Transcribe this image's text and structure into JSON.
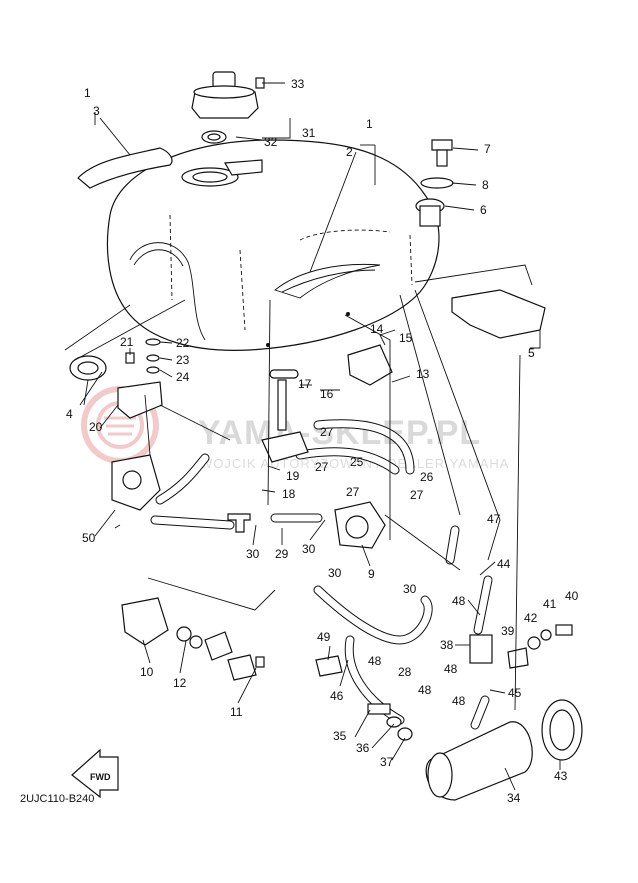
{
  "diagram": {
    "drawing_code": "2UJC110-B240",
    "watermark": {
      "title": "YAMA-SKLEP.PL",
      "subtitle": "WOJCIK AUTORYZOWANY DEALER YAMAHA",
      "logo": "yamaha-tuning-fork-logo"
    },
    "fwd_label": "FWD",
    "callouts": {
      "c1a": "1",
      "c1b": "1",
      "c2": "2",
      "c3": "3",
      "c4": "4",
      "c5": "5",
      "c6": "6",
      "c7": "7",
      "c8": "8",
      "c9": "9",
      "c10": "10",
      "c11": "11",
      "c12": "12",
      "c13": "13",
      "c14": "14",
      "c15": "15",
      "c16": "16",
      "c17": "17",
      "c18": "18",
      "c19": "19",
      "c20": "20",
      "c21": "21",
      "c22": "22",
      "c23": "23",
      "c24": "24",
      "c25": "25",
      "c26": "26",
      "c27a": "27",
      "c27b": "27",
      "c27c": "27",
      "c27d": "27",
      "c28": "28",
      "c29": "29",
      "c30a": "30",
      "c30b": "30",
      "c30c": "30",
      "c30d": "30",
      "c31": "31",
      "c32": "32",
      "c33": "33",
      "c34": "34",
      "c35": "35",
      "c36": "36",
      "c37": "37",
      "c38": "38",
      "c39": "39",
      "c40": "40",
      "c41": "41",
      "c42": "42",
      "c43": "43",
      "c44": "44",
      "c45": "45",
      "c46": "46",
      "c47": "47",
      "c48a": "48",
      "c48b": "48",
      "c48c": "48",
      "c48d": "48",
      "c48e": "48",
      "c49": "49",
      "c50": "50"
    }
  }
}
